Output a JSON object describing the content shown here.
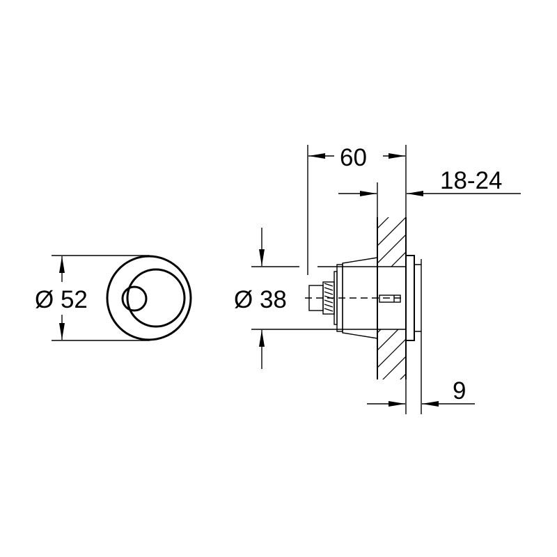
{
  "drawing": {
    "type": "technical-dimension-drawing",
    "front_view": {
      "diameter_label": "Ø 52",
      "diameter_value": "52"
    },
    "side_view": {
      "diameter_label": "Ø 38",
      "diameter_value": "38",
      "depth_label": "60",
      "wall_thickness_label": "18-24",
      "plate_offset_label": "9"
    }
  },
  "colors": {
    "line": "#000000",
    "background": "#ffffff"
  }
}
